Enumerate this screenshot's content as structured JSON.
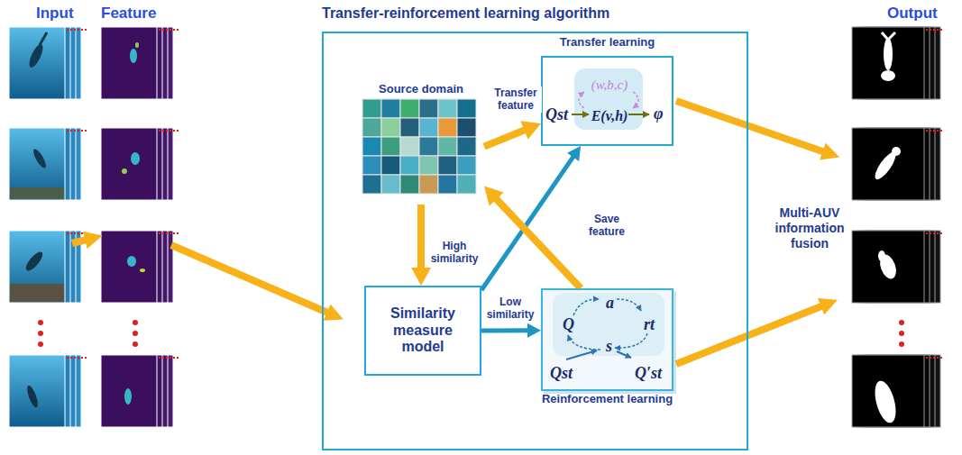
{
  "diagram": {
    "nodes": [
      {
        "text": [
          "Transfer-reinforcement learning algorithm"
        ]
      },
      {
        "text": [
          "Source domain"
        ],
        "in": 0
      },
      {
        "text": [
          "Transfer learning",
          "Qst",
          "(w,b,c)",
          "E(v,h)",
          "φ"
        ],
        "in": 0
      },
      {
        "text": [
          "Similarity measure model"
        ],
        "in": 0
      },
      {
        "text": [
          "Reinforcement learning",
          "Q",
          "a",
          "rt",
          "s",
          "Qst",
          "Q′st"
        ],
        "in": 0
      }
    ],
    "edges": [
      {
        "from": 1,
        "to": 2,
        "arrow": "to",
        "label": "Transfer feature"
      },
      {
        "from": 1,
        "to": 3,
        "arrow": "to"
      },
      {
        "from": 3,
        "to": 2,
        "arrow": "to",
        "label": "High similarity"
      },
      {
        "from": 3,
        "to": 4,
        "arrow": "to",
        "label": "Low similarity"
      },
      {
        "from": 4,
        "to": 1,
        "arrow": "to",
        "label": "Save feature"
      }
    ],
    "labels": [
      "Input",
      "Feature",
      "Output",
      "Multi-AUV information fusion"
    ]
  }
}
